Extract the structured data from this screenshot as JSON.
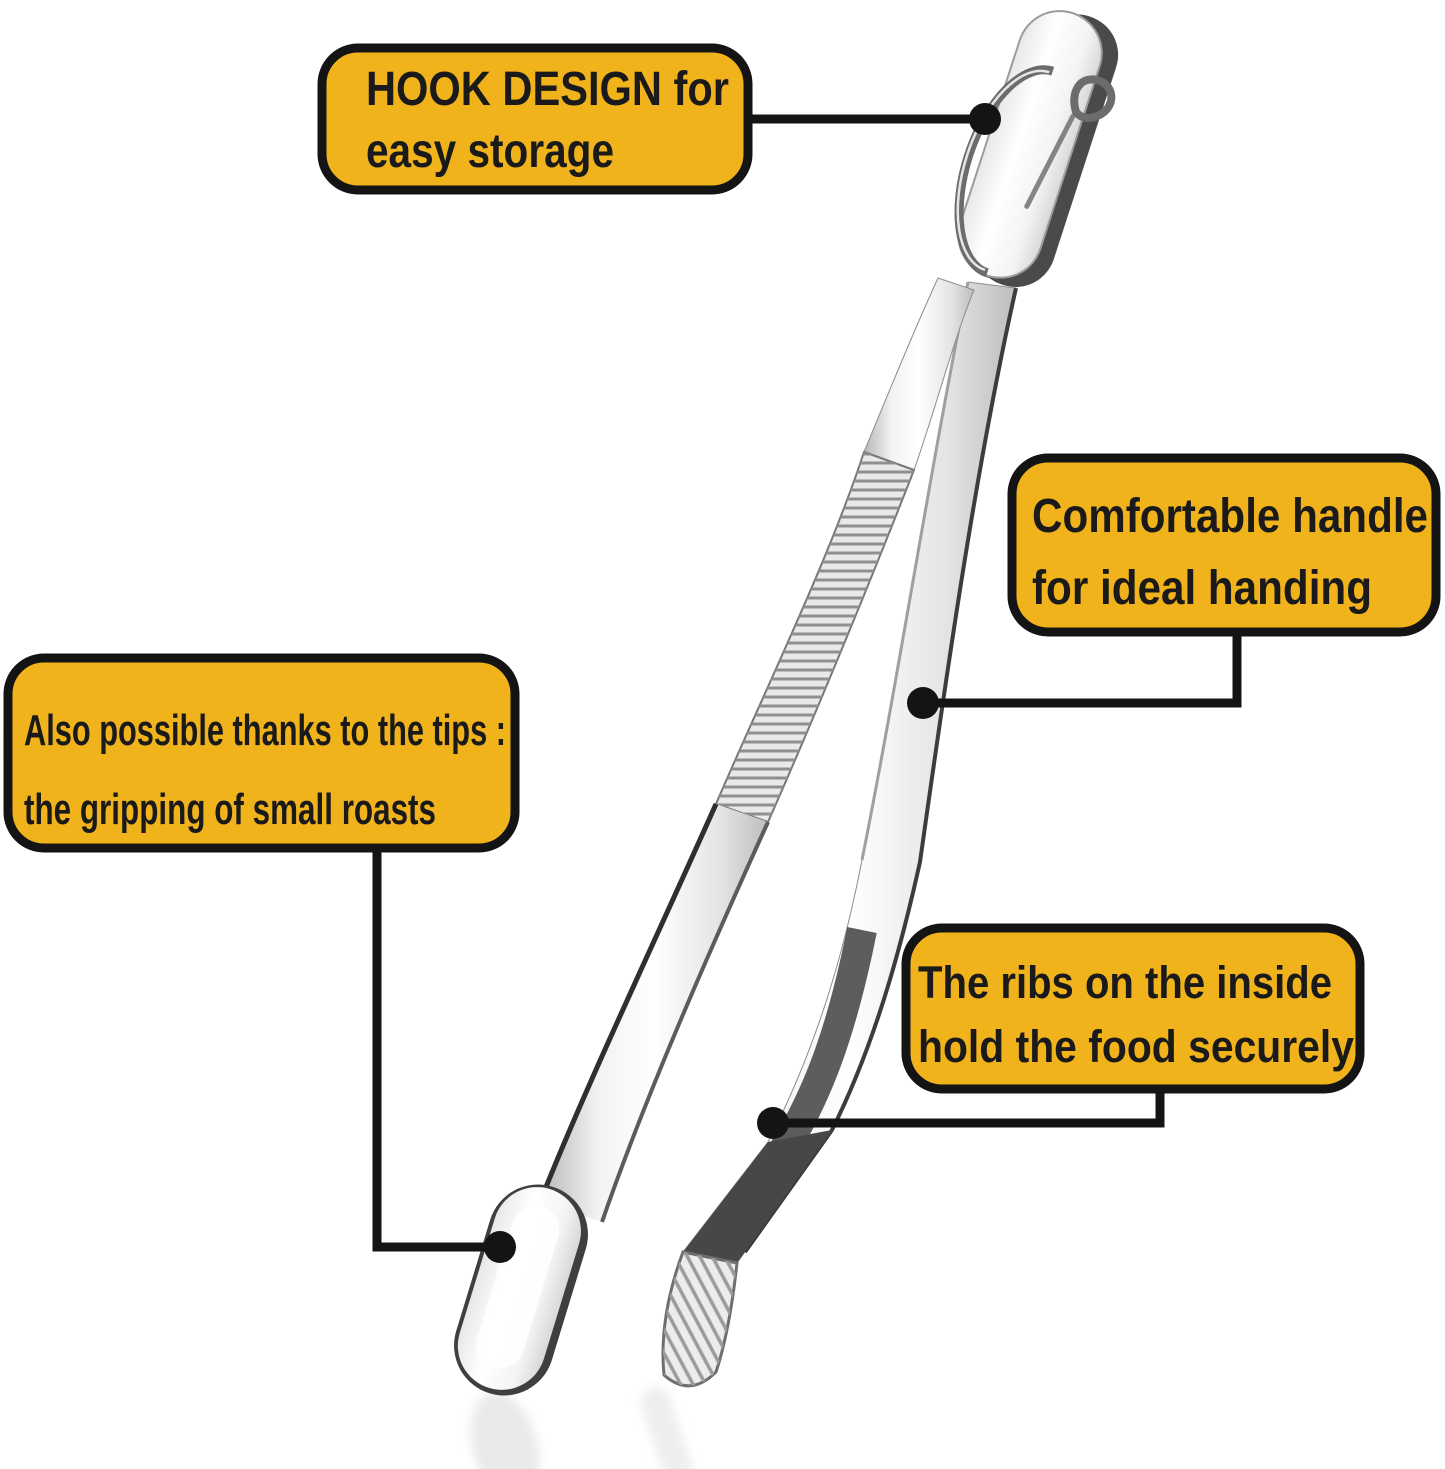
{
  "page": {
    "background": "#ffffff",
    "description": "Stainless steel food tweezers with annotated feature callouts"
  },
  "colors": {
    "callout_fill": "#F1B31C",
    "callout_border": "#141414",
    "callout_text": "#1A1A1A",
    "connector": "#141414",
    "metal_light": "#FFFFFF",
    "metal_dark_edge": "#4A4A4A"
  },
  "callouts": [
    {
      "id": "hook",
      "lines": [
        "HOOK DESIGN for",
        "easy storage"
      ]
    },
    {
      "id": "handle",
      "lines": [
        "Comfortable handle",
        "for ideal handing"
      ]
    },
    {
      "id": "tips",
      "lines": [
        "Also possible thanks to the tips :",
        "the gripping of small roasts"
      ]
    },
    {
      "id": "ribs",
      "lines": [
        "The ribs on the inside",
        "hold the food securely"
      ]
    }
  ],
  "illustration": {
    "subject": "stainless steel kitchen tweezers with hanging hook, serrated grip, spoon tip and ribbed tip"
  }
}
